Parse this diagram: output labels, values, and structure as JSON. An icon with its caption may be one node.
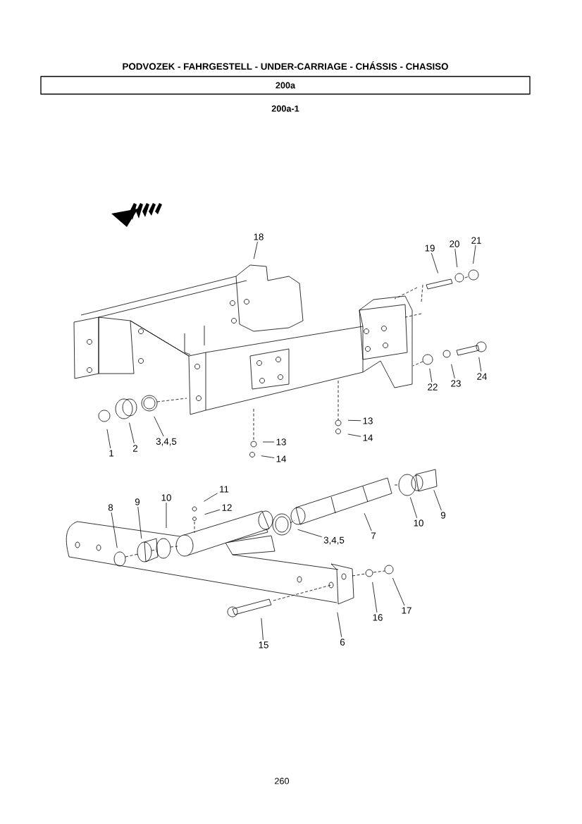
{
  "diagram": {
    "title": "PODVOZEK - FAHRGESTELL - UNDER-CARRIAGE - CHÁSSIS - CHASISO",
    "nodes": [
      {
        "text": [
          "18"
        ]
      },
      {
        "text": [
          "19"
        ]
      },
      {
        "text": [
          "20"
        ]
      },
      {
        "text": [
          "21"
        ]
      },
      {
        "text": [
          "22"
        ]
      },
      {
        "text": [
          "23"
        ]
      },
      {
        "text": [
          "24"
        ]
      },
      {
        "text": [
          "1"
        ]
      },
      {
        "text": [
          "2"
        ]
      },
      {
        "text": [
          "3,4,5"
        ]
      },
      {
        "text": [
          "13"
        ]
      },
      {
        "text": [
          "14"
        ]
      },
      {
        "text": [
          "13"
        ]
      },
      {
        "text": [
          "14"
        ]
      },
      {
        "text": [
          "11"
        ]
      },
      {
        "text": [
          "12"
        ]
      },
      {
        "text": [
          "8"
        ]
      },
      {
        "text": [
          "9"
        ]
      },
      {
        "text": [
          "10"
        ]
      },
      {
        "text": [
          "3,4,5"
        ]
      },
      {
        "text": [
          "7"
        ]
      },
      {
        "text": [
          "10"
        ]
      },
      {
        "text": [
          "9"
        ]
      },
      {
        "text": [
          "15"
        ]
      },
      {
        "text": [
          "6"
        ]
      },
      {
        "text": [
          "16"
        ]
      },
      {
        "text": [
          "17"
        ]
      }
    ],
    "edges": [
      {
        "from": 0,
        "to": null,
        "arrow": "none"
      },
      {
        "from": 1,
        "to": null,
        "arrow": "none"
      },
      {
        "from": 2,
        "to": null,
        "arrow": "none"
      },
      {
        "from": 3,
        "to": null,
        "arrow": "none"
      },
      {
        "from": 4,
        "to": null,
        "arrow": "none"
      },
      {
        "from": 5,
        "to": null,
        "arrow": "none"
      },
      {
        "from": 6,
        "to": null,
        "arrow": "none"
      },
      {
        "from": 7,
        "to": null,
        "arrow": "none"
      },
      {
        "from": 8,
        "to": null,
        "arrow": "none"
      },
      {
        "from": 9,
        "to": null,
        "arrow": "none"
      },
      {
        "from": 10,
        "to": null,
        "arrow": "none"
      },
      {
        "from": 11,
        "to": null,
        "arrow": "none"
      },
      {
        "from": 12,
        "to": null,
        "arrow": "none"
      },
      {
        "from": 13,
        "to": null,
        "arrow": "none"
      },
      {
        "from": 14,
        "to": null,
        "arrow": "none"
      },
      {
        "from": 15,
        "to": null,
        "arrow": "none"
      },
      {
        "from": 16,
        "to": null,
        "arrow": "none"
      },
      {
        "from": 17,
        "to": null,
        "arrow": "none"
      },
      {
        "from": 18,
        "to": null,
        "arrow": "none"
      },
      {
        "from": 19,
        "to": null,
        "arrow": "none"
      },
      {
        "from": 20,
        "to": null,
        "arrow": "none"
      },
      {
        "from": 21,
        "to": null,
        "arrow": "none"
      },
      {
        "from": 22,
        "to": null,
        "arrow": "none"
      },
      {
        "from": 23,
        "to": null,
        "arrow": "none"
      },
      {
        "from": 24,
        "to": null,
        "arrow": "none"
      },
      {
        "from": 25,
        "to": null,
        "arrow": "none"
      },
      {
        "from": 26,
        "to": null,
        "arrow": "none"
      }
    ],
    "labels": [
      "200a",
      "200a-1",
      "260"
    ]
  }
}
